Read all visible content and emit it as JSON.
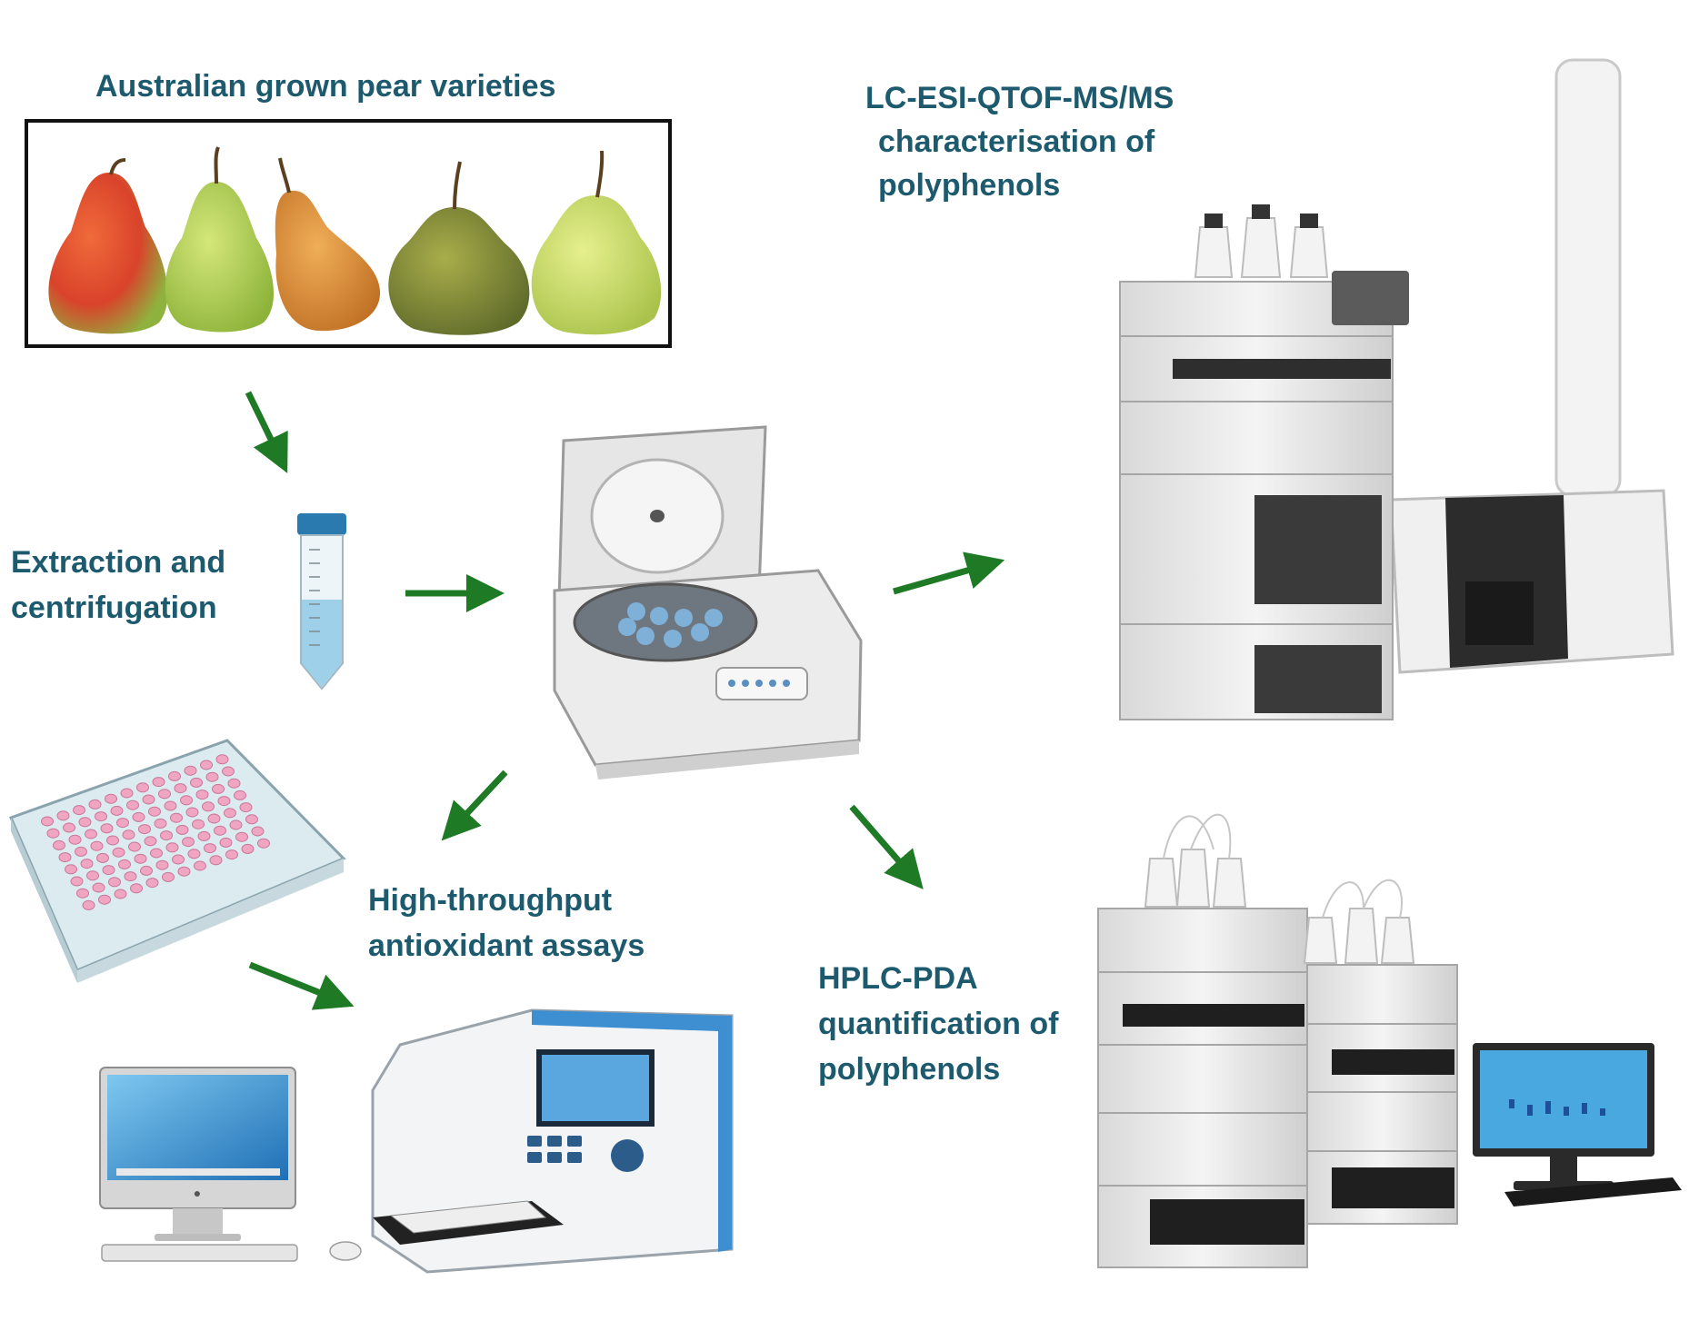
{
  "labels": {
    "pears_title": "Australian grown pear varieties",
    "lcms_line1": "LC-ESI-QTOF-MS/MS",
    "lcms_line2": "characterisation of",
    "lcms_line3": "polyphenols",
    "extraction_line1": "Extraction and",
    "extraction_line2": "centrifugation",
    "assays_line1": "High-throughput",
    "assays_line2": "antioxidant assays",
    "hplc_line1": "HPLC-PDA",
    "hplc_line2": "quantification of",
    "hplc_line3": "polyphenols"
  },
  "colors": {
    "label_text": "#1d5a6e",
    "arrow": "#1f7a25",
    "pear_red": "#d9432b",
    "pear_green": "#a8c84a",
    "pear_orange": "#d98a34",
    "pear_russet": "#7f8a3a",
    "pear_yellow": "#c9d96a",
    "plate_well": "#f0a6c3",
    "tube_cap": "#2a7ab0",
    "reader_body": "#3d8fd1",
    "screen_blue": "#4aa8e0"
  },
  "icons": {
    "arrow": "arrow-icon",
    "pear": "pear-icon",
    "tube": "centrifuge-tube-icon",
    "centrifuge": "centrifuge-icon",
    "plate": "microplate-icon",
    "reader": "plate-reader-icon",
    "computer": "desktop-computer-icon",
    "lcms": "lc-ms-instrument-icon",
    "hplc": "hplc-instrument-icon"
  }
}
